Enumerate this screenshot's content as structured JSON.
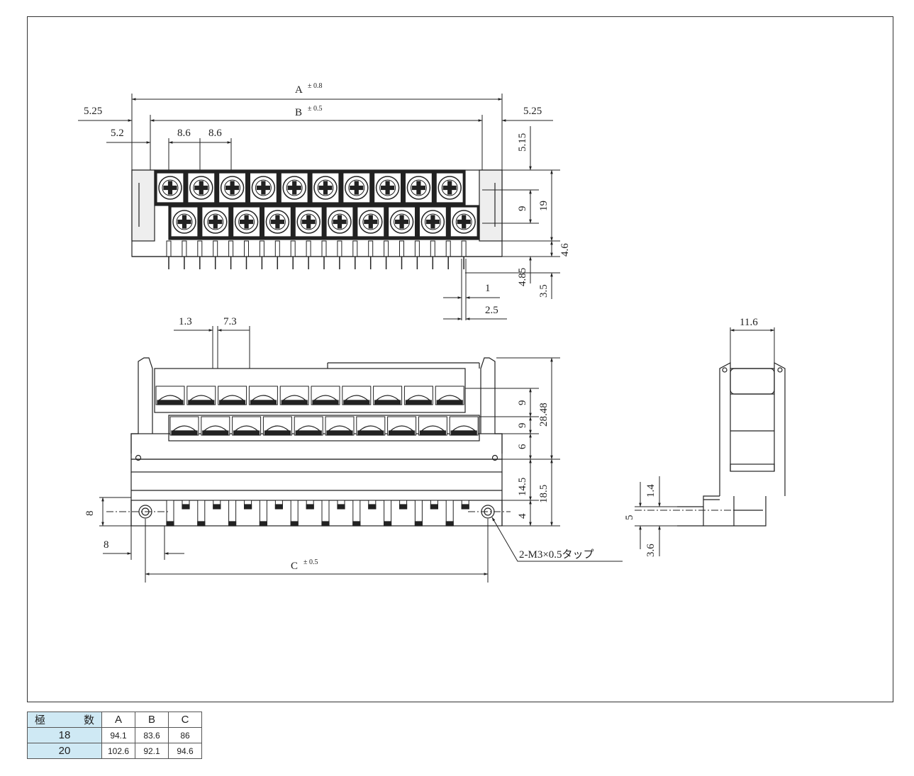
{
  "drawing": {
    "top_view": {
      "dims": {
        "a": "A",
        "a_tol": "± 0.8",
        "b": "B",
        "b_tol": "± 0.5",
        "left_offset": "5.25",
        "right_offset": "5.25",
        "first_pitch": "5.2",
        "pitch1": "8.6",
        "pitch2": "8.6",
        "top_gap": "5.15",
        "row_gap": "9",
        "height": "19",
        "pin_h1": "4.6",
        "pin_h2": "4.85",
        "pin_h3": "3.5",
        "pin_w": "1",
        "pin_pitch": "2.5"
      }
    },
    "front_view": {
      "dims": {
        "w1": "1.3",
        "w2": "7.3",
        "h_row1": "9",
        "h_row2": "9",
        "h_base": "6",
        "h_total": "28.48",
        "h_lower": "14.5",
        "h_lower_total": "18.5",
        "h_bottom": "4",
        "left_h": "8",
        "left_w": "8",
        "c": "C",
        "c_tol": "± 0.5",
        "tap_note": "2-M3×0.5タップ"
      }
    },
    "side_view": {
      "dims": {
        "width": "11.6",
        "d1": "1.4",
        "d2": "5",
        "d3": "3.6"
      }
    }
  },
  "table": {
    "headers": [
      "極　数",
      "A",
      "B",
      "C"
    ],
    "rows": [
      [
        "18",
        "94.1",
        "83.6",
        "86"
      ],
      [
        "20",
        "102.6",
        "92.1",
        "94.6"
      ]
    ]
  }
}
